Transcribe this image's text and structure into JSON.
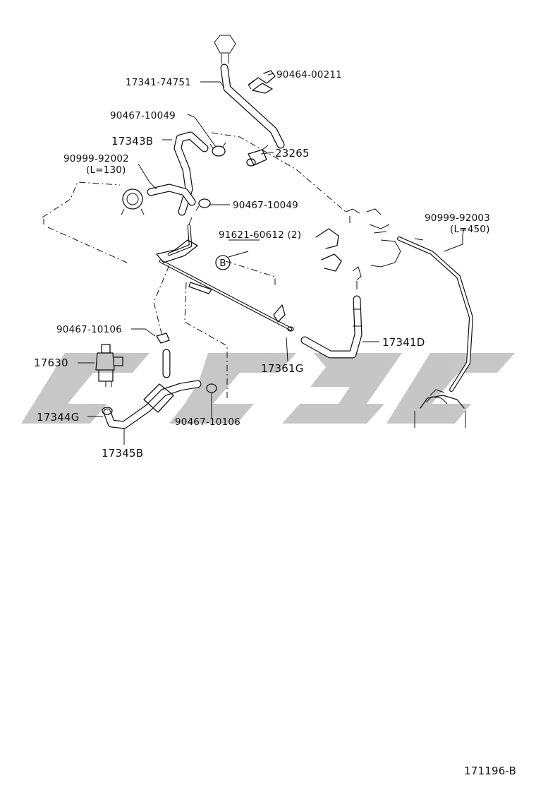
{
  "diagram_id": "171196-B",
  "watermark_color": "#bdbdbd",
  "callouts": {
    "c_90464_00211": "90464-00211",
    "c_17341_74751": "17341-74751",
    "c_90467_10049_a": "90467-10049",
    "c_17343b": "17343B",
    "c_23265": "23265",
    "c_90999_92002": "90999-92002",
    "c_l130": "(L=130)",
    "c_90467_10049_b": "90467-10049",
    "c_91621_60612": "91621-60612 (2)",
    "c_b_marker": "B",
    "c_90999_92003": "90999-92003",
    "c_l450": "(L=450)",
    "c_90467_10106_a": "90467-10106",
    "c_17630": "17630",
    "c_17361g": "17361G",
    "c_17341d": "17341D",
    "c_17344g": "17344G",
    "c_90467_10106_b": "90467-10106",
    "c_17345b": "17345B"
  }
}
